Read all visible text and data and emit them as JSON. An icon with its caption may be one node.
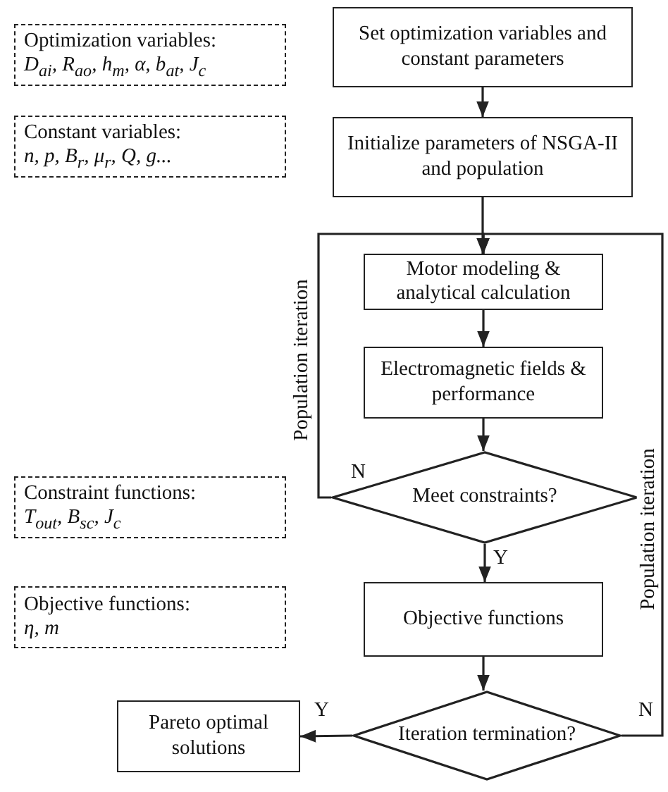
{
  "diagram": {
    "nodes": [
      {
        "text": [
          "Optimization variables:",
          "D$_{ai}$, R$_{ao}$, h$_{m}$, α, b$_{at}$, J$_{c}$"
        ]
      },
      {
        "text": [
          "Constant variables:",
          "n, p, B$_{r}$, μ$_{r}$, Q, g..."
        ]
      },
      {
        "text": [
          "Constraint functions:",
          "T$_{out}$, B$_{sc}$, J$_{c}$"
        ]
      },
      {
        "text": [
          "Objective functions:",
          "η, m"
        ]
      },
      {
        "text": [
          "Set optimization variables and constant parameters"
        ]
      },
      {
        "text": [
          "Initialize parameters of NSGA-II and population"
        ]
      },
      {
        "text": [
          "Motor modeling & analytical calculation"
        ]
      },
      {
        "text": [
          "Electromagnetic fields & performance"
        ]
      },
      {
        "text": [
          "Meet constraints?"
        ]
      },
      {
        "text": [
          "Objective functions"
        ]
      },
      {
        "text": [
          "Iteration termination?"
        ]
      },
      {
        "text": [
          "Pareto optimal solutions"
        ]
      }
    ],
    "edges": [
      {
        "from": 4,
        "to": 5,
        "arrow": "to"
      },
      {
        "from": 5,
        "to": 6,
        "arrow": "to"
      },
      {
        "from": 6,
        "to": 7,
        "arrow": "to"
      },
      {
        "from": 7,
        "to": 8,
        "arrow": "to"
      },
      {
        "from": 8,
        "to": 9,
        "arrow": "to",
        "label": "Y"
      },
      {
        "from": 8,
        "to": 6,
        "arrow": "to",
        "label": "N"
      },
      {
        "from": 9,
        "to": 10,
        "arrow": "to"
      },
      {
        "from": 10,
        "to": 11,
        "arrow": "to",
        "label": "Y"
      },
      {
        "from": 10,
        "to": 6,
        "arrow": "to",
        "label": "N"
      }
    ],
    "labels": [
      "Population iteration",
      "Population iteration"
    ]
  }
}
